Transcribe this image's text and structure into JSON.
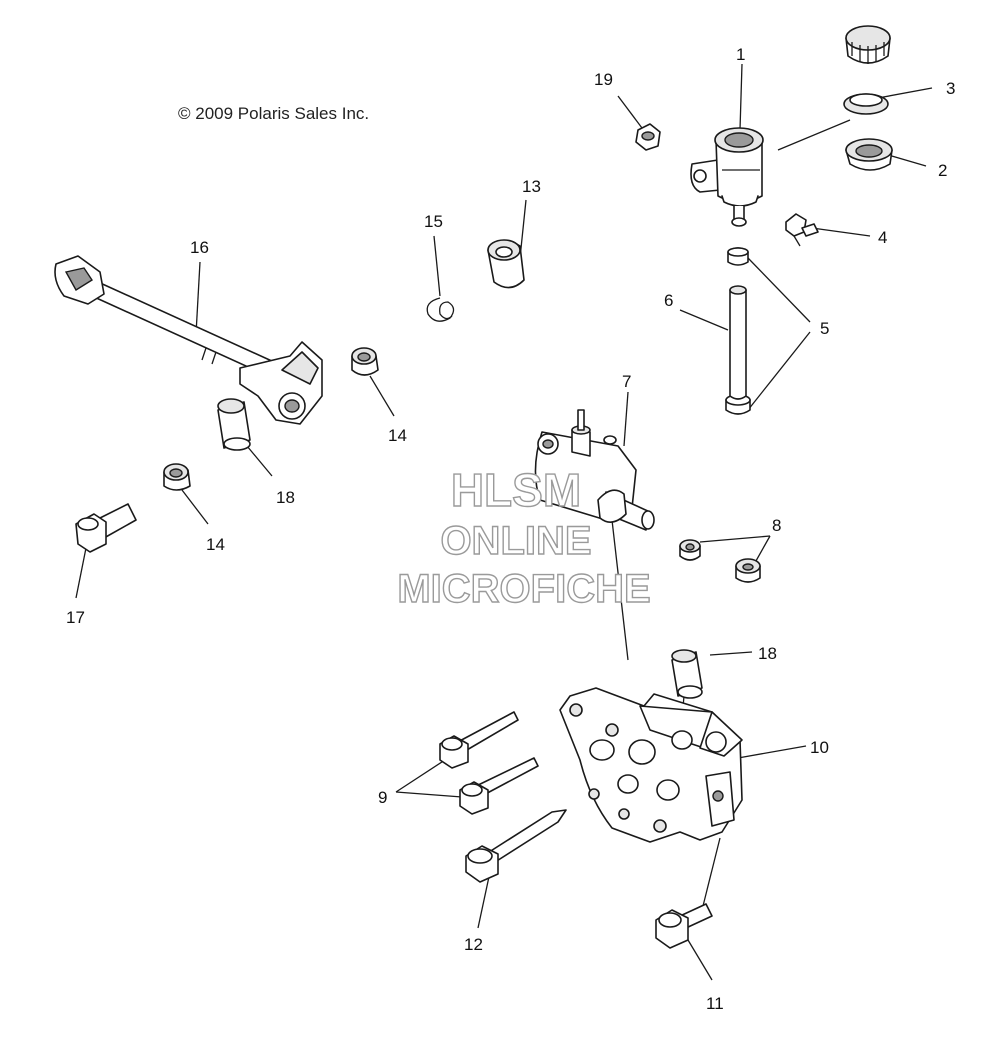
{
  "copyright": "© 2009 Polaris Sales Inc.",
  "watermark": {
    "line1": "HLSM",
    "line2": "ONLINE",
    "line3": "MICROFICHE"
  },
  "callouts": [
    {
      "id": "c1",
      "label": "1"
    },
    {
      "id": "c2",
      "label": "2"
    },
    {
      "id": "c3",
      "label": "3"
    },
    {
      "id": "c4",
      "label": "4"
    },
    {
      "id": "c5",
      "label": "5"
    },
    {
      "id": "c6",
      "label": "6"
    },
    {
      "id": "c7",
      "label": "7"
    },
    {
      "id": "c8",
      "label": "8"
    },
    {
      "id": "c9",
      "label": "9"
    },
    {
      "id": "c10",
      "label": "10"
    },
    {
      "id": "c11",
      "label": "11"
    },
    {
      "id": "c12",
      "label": "12"
    },
    {
      "id": "c13",
      "label": "13"
    },
    {
      "id": "c14a",
      "label": "14"
    },
    {
      "id": "c14b",
      "label": "14"
    },
    {
      "id": "c15",
      "label": "15"
    },
    {
      "id": "c16",
      "label": "16"
    },
    {
      "id": "c17",
      "label": "17"
    },
    {
      "id": "c18a",
      "label": "18"
    },
    {
      "id": "c18b",
      "label": "18"
    },
    {
      "id": "c19",
      "label": "19"
    }
  ]
}
